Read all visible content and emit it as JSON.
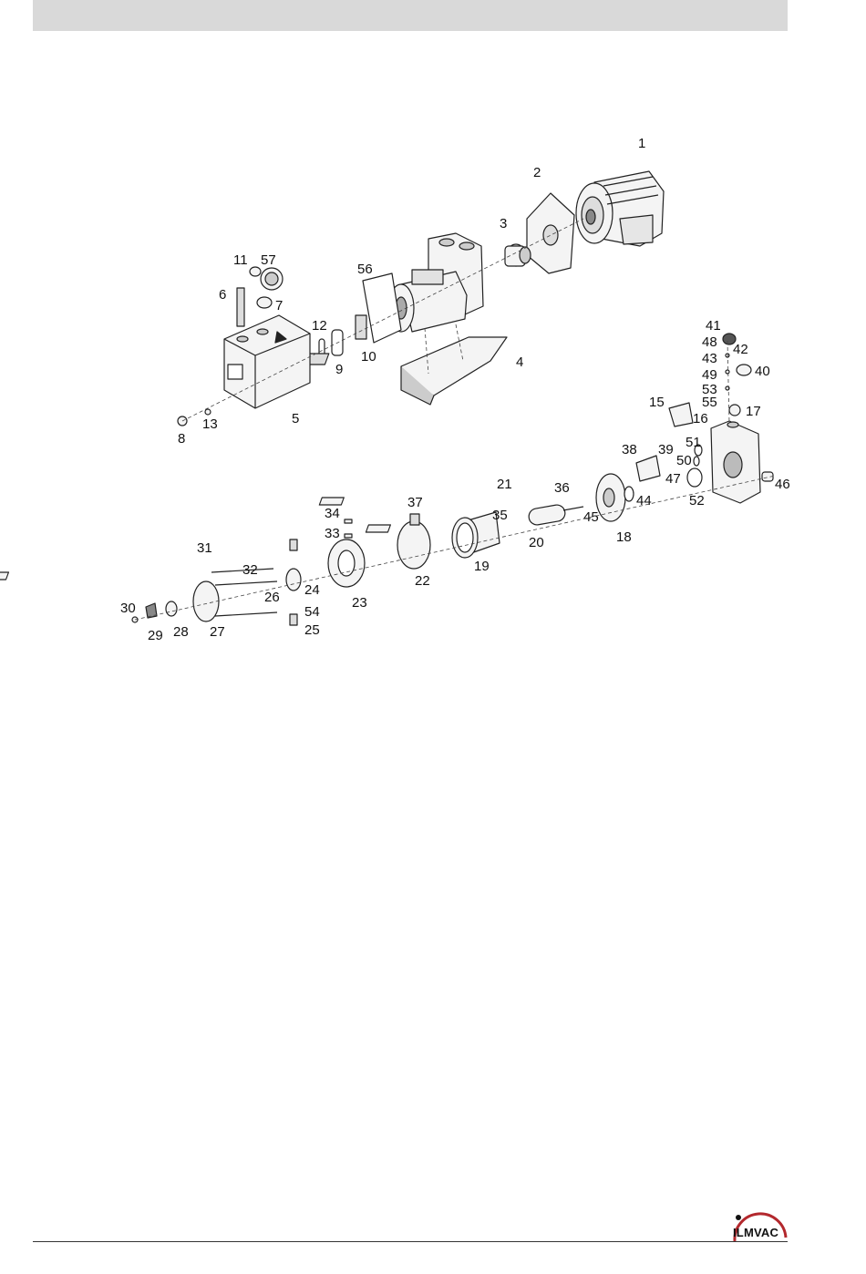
{
  "parts": [
    {
      "id": "p1",
      "label": "1"
    },
    {
      "id": "p2",
      "label": "2"
    },
    {
      "id": "p3",
      "label": "3"
    },
    {
      "id": "p4",
      "label": "4"
    },
    {
      "id": "p5",
      "label": "5"
    },
    {
      "id": "p6",
      "label": "6"
    },
    {
      "id": "p7",
      "label": "7"
    },
    {
      "id": "p8",
      "label": "8"
    },
    {
      "id": "p9",
      "label": "9"
    },
    {
      "id": "p10",
      "label": "10"
    },
    {
      "id": "p11",
      "label": "11"
    },
    {
      "id": "p12",
      "label": "12"
    },
    {
      "id": "p13",
      "label": "13"
    },
    {
      "id": "p15",
      "label": "15"
    },
    {
      "id": "p16",
      "label": "16"
    },
    {
      "id": "p17",
      "label": "17"
    },
    {
      "id": "p18",
      "label": "18"
    },
    {
      "id": "p19",
      "label": "19"
    },
    {
      "id": "p20",
      "label": "20"
    },
    {
      "id": "p21",
      "label": "21"
    },
    {
      "id": "p22",
      "label": "22"
    },
    {
      "id": "p23",
      "label": "23"
    },
    {
      "id": "p24",
      "label": "24"
    },
    {
      "id": "p25",
      "label": "25"
    },
    {
      "id": "p26",
      "label": "26"
    },
    {
      "id": "p27",
      "label": "27"
    },
    {
      "id": "p28",
      "label": "28"
    },
    {
      "id": "p29",
      "label": "29"
    },
    {
      "id": "p30",
      "label": "30"
    },
    {
      "id": "p31",
      "label": "31"
    },
    {
      "id": "p32",
      "label": "32"
    },
    {
      "id": "p33",
      "label": "33"
    },
    {
      "id": "p34",
      "label": "34"
    },
    {
      "id": "p35",
      "label": "35"
    },
    {
      "id": "p36",
      "label": "36"
    },
    {
      "id": "p37",
      "label": "37"
    },
    {
      "id": "p38",
      "label": "38"
    },
    {
      "id": "p39",
      "label": "39"
    },
    {
      "id": "p40",
      "label": "40"
    },
    {
      "id": "p41",
      "label": "41"
    },
    {
      "id": "p42",
      "label": "42"
    },
    {
      "id": "p43",
      "label": "43"
    },
    {
      "id": "p44",
      "label": "44"
    },
    {
      "id": "p45",
      "label": "45"
    },
    {
      "id": "p46",
      "label": "46"
    },
    {
      "id": "p47",
      "label": "47"
    },
    {
      "id": "p48",
      "label": "48"
    },
    {
      "id": "p49",
      "label": "49"
    },
    {
      "id": "p50",
      "label": "50"
    },
    {
      "id": "p51",
      "label": "51"
    },
    {
      "id": "p52",
      "label": "52"
    },
    {
      "id": "p53",
      "label": "53"
    },
    {
      "id": "p54",
      "label": "54"
    },
    {
      "id": "p55",
      "label": "55"
    },
    {
      "id": "p56",
      "label": "56"
    },
    {
      "id": "p57",
      "label": "57"
    }
  ],
  "logo": {
    "text": "ILMVAC",
    "accent": "#b3282d"
  },
  "colors": {
    "header_bar": "#d9d9d9",
    "line": "#222222",
    "fill": "#f4f4f4",
    "shade": "#9a9a9a"
  }
}
